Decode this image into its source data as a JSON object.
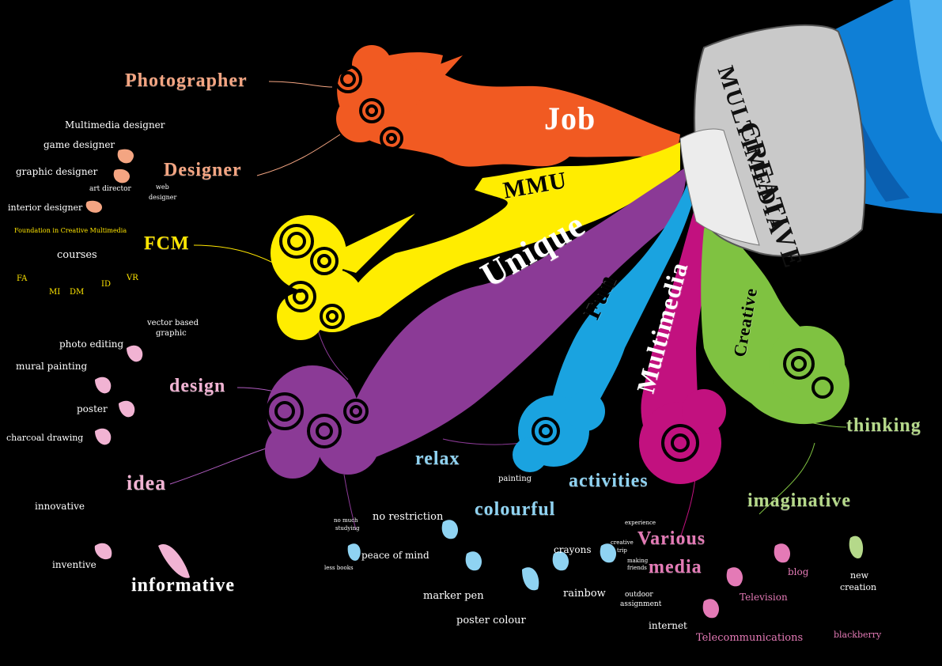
{
  "colors": {
    "background": "#000000",
    "job": "#f15a22",
    "mmu": "#ffed00",
    "unique": "#8b3a96",
    "fun": "#1aa3e0",
    "multimedia": "#c2117f",
    "creative": "#7fc241",
    "photographer_text": "#f4a582",
    "fcm_text": "#ffe600",
    "design_text": "#f1b3d3",
    "idea_text": "#f1b3d3",
    "relax_text": "#8fd3f2",
    "various_text": "#e47ab6",
    "imaginative_text": "#b5d98a",
    "bottle_cap": "#c9c9c9",
    "bottle_body": "#0f7fd6"
  },
  "bottle": {
    "line1": "CREATIVE",
    "line2": "MULTIMEDIA"
  },
  "branches": {
    "job": "Job",
    "mmu": "MMU",
    "unique": "Unique",
    "fun": "Fun",
    "multimedia": "Multimedia",
    "creative": "Creative"
  },
  "job_nodes": {
    "photographer": "Photographer",
    "designer": "Designer",
    "multimedia_designer": "Multimedia designer",
    "game_designer": "game designer",
    "graphic_designer": "graphic designer",
    "art_director": "art director",
    "web_designer_1": "web",
    "web_designer_2": "designer",
    "interior_designer": "interior designer"
  },
  "mmu_nodes": {
    "fcm": "FCM",
    "foundation": "Foundation in Creative Multimedia",
    "courses": "courses",
    "fa": "FA",
    "mi": "MI",
    "dm": "DM",
    "id": "ID",
    "vr": "VR"
  },
  "unique_nodes": {
    "design": "design",
    "vector_1": "vector based",
    "vector_2": "graphic",
    "photo_editing": "photo editing",
    "mural_painting": "mural painting",
    "poster": "poster",
    "charcoal": "charcoal drawing",
    "idea": "idea",
    "innovative": "innovative",
    "inventive": "inventive",
    "informative": "informative"
  },
  "fun_nodes": {
    "relax": "relax",
    "no_much_1": "no much",
    "no_much_2": "studying",
    "no_restriction": "no restriction",
    "peace": "peace of mind",
    "less_books": "less books",
    "colourful": "colourful",
    "painting": "painting",
    "crayons": "crayons",
    "marker_pen": "marker pen",
    "poster_colour": "poster colour",
    "rainbow": "rainbow",
    "activities": "activities",
    "experience": "experience",
    "creative_trip_1": "creative",
    "creative_trip_2": "trip",
    "making_1": "making",
    "making_2": "friends",
    "outdoor_1": "outdoor",
    "outdoor_2": "assignment"
  },
  "multimedia_nodes": {
    "various": "Various",
    "media": "media",
    "blog": "blog",
    "television": "Television",
    "internet": "internet",
    "telecommunications": "Telecommunications",
    "blackberry": "blackberry"
  },
  "creative_nodes": {
    "thinking": "thinking",
    "imaginative": "imaginative",
    "new_1": "new",
    "new_2": "creation"
  }
}
